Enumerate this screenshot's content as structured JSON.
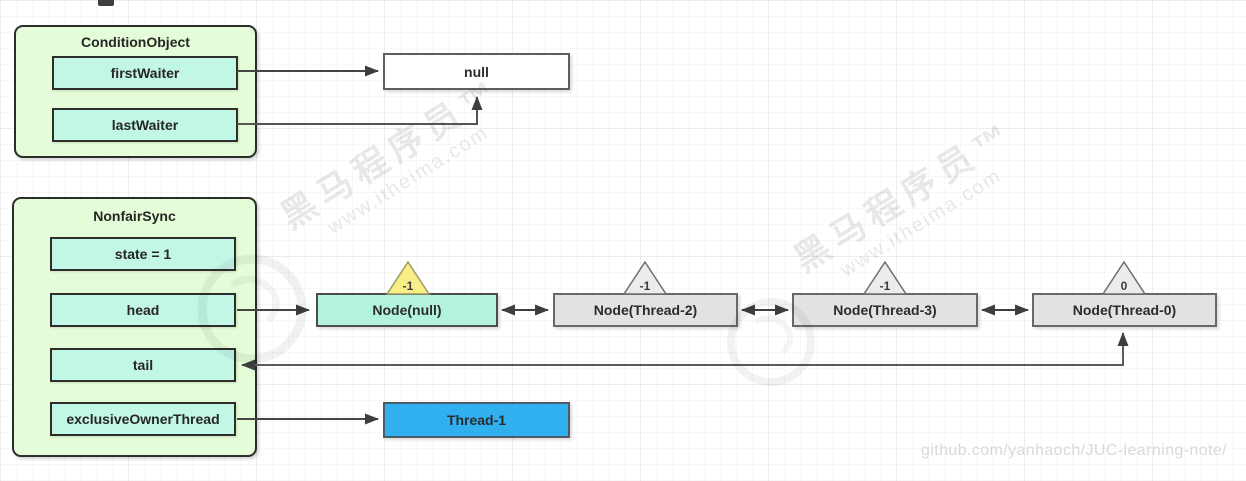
{
  "diagram": {
    "condition_object": {
      "title": "ConditionObject",
      "fields": [
        {
          "label": "firstWaiter"
        },
        {
          "label": "lastWaiter"
        }
      ]
    },
    "null_box": {
      "label": "null"
    },
    "sync": {
      "title": "NonfairSync",
      "fields": [
        {
          "label": "state = 1"
        },
        {
          "label": "head"
        },
        {
          "label": "tail"
        },
        {
          "label": "exclusiveOwnerThread"
        }
      ]
    },
    "owner_thread": {
      "label": "Thread-1"
    },
    "queue_nodes": [
      {
        "label": "Node(null)",
        "wait_status": "-1"
      },
      {
        "label": "Node(Thread-2)",
        "wait_status": "-1"
      },
      {
        "label": "Node(Thread-3)",
        "wait_status": "-1"
      },
      {
        "label": "Node(Thread-0)",
        "wait_status": "0"
      }
    ]
  },
  "watermarks": {
    "brand": "黑马程序员™",
    "site": "www.itheima.com",
    "repo": "github.com/yanhaoch/JUC-learning-note/"
  },
  "colors": {
    "container_fill": "#e4fcd7",
    "field_fill": "#c2f6e5",
    "head_node_fill": "#b3f2dc",
    "queue_node_fill": "#e2e2e2",
    "thread_fill": "#31b0f0",
    "triangle_yellow": "#f9ee85",
    "triangle_gray": "#ececec",
    "arrow": "#454545"
  }
}
